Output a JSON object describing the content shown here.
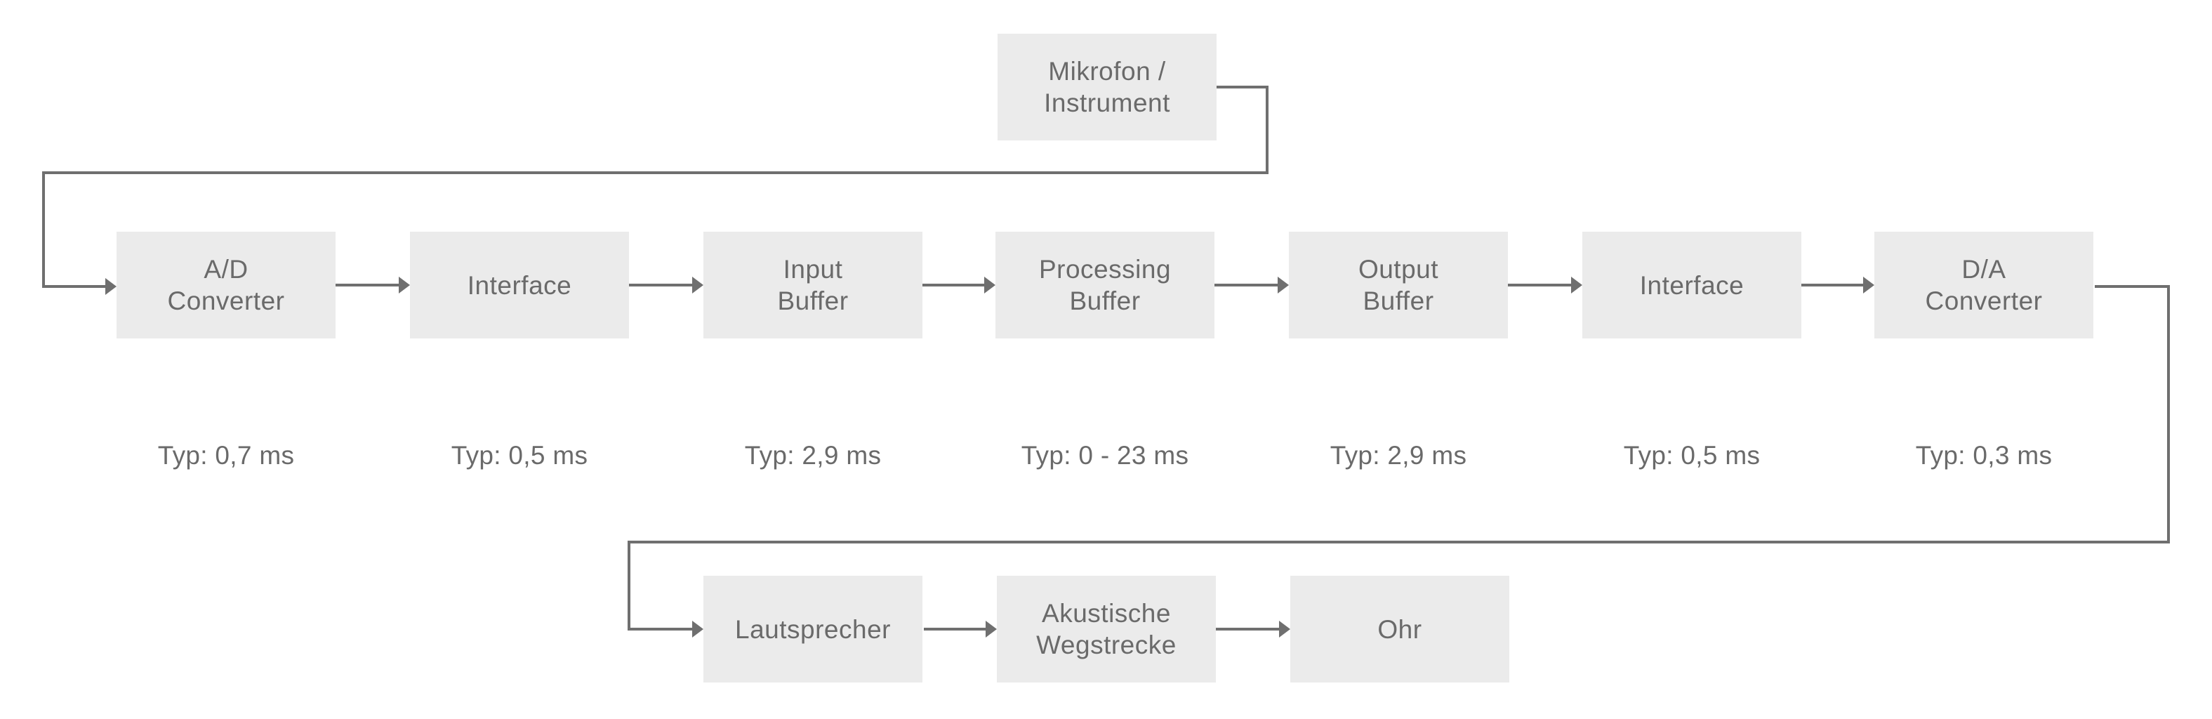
{
  "diagram": {
    "nodes": {
      "source": {
        "line1": "Mikrofon /",
        "line2": "Instrument"
      },
      "ad_converter": {
        "line1": "A/D",
        "line2": "Converter"
      },
      "interface_in": {
        "line1": "Interface"
      },
      "input_buffer": {
        "line1": "Input",
        "line2": "Buffer"
      },
      "processing_buffer": {
        "line1": "Processing",
        "line2": "Buffer"
      },
      "output_buffer": {
        "line1": "Output",
        "line2": "Buffer"
      },
      "interface_out": {
        "line1": "Interface"
      },
      "da_converter": {
        "line1": "D/A",
        "line2": "Converter"
      },
      "speaker": {
        "line1": "Lautsprecher"
      },
      "acoustic_path": {
        "line1": "Akustische",
        "line2": "Wegstrecke"
      },
      "ear": {
        "line1": "Ohr"
      }
    },
    "timings": {
      "ad_converter": "Typ: 0,7 ms",
      "interface_in": "Typ: 0,5 ms",
      "input_buffer": "Typ: 2,9 ms",
      "processing_buffer": "Typ: 0 - 23 ms",
      "output_buffer": "Typ: 2,9 ms",
      "interface_out": "Typ: 0,5 ms",
      "da_converter": "Typ: 0,3 ms"
    },
    "colors": {
      "box_fill": "#ebebeb",
      "text": "#6a6a6a",
      "connector": "#6f6f6f"
    }
  }
}
